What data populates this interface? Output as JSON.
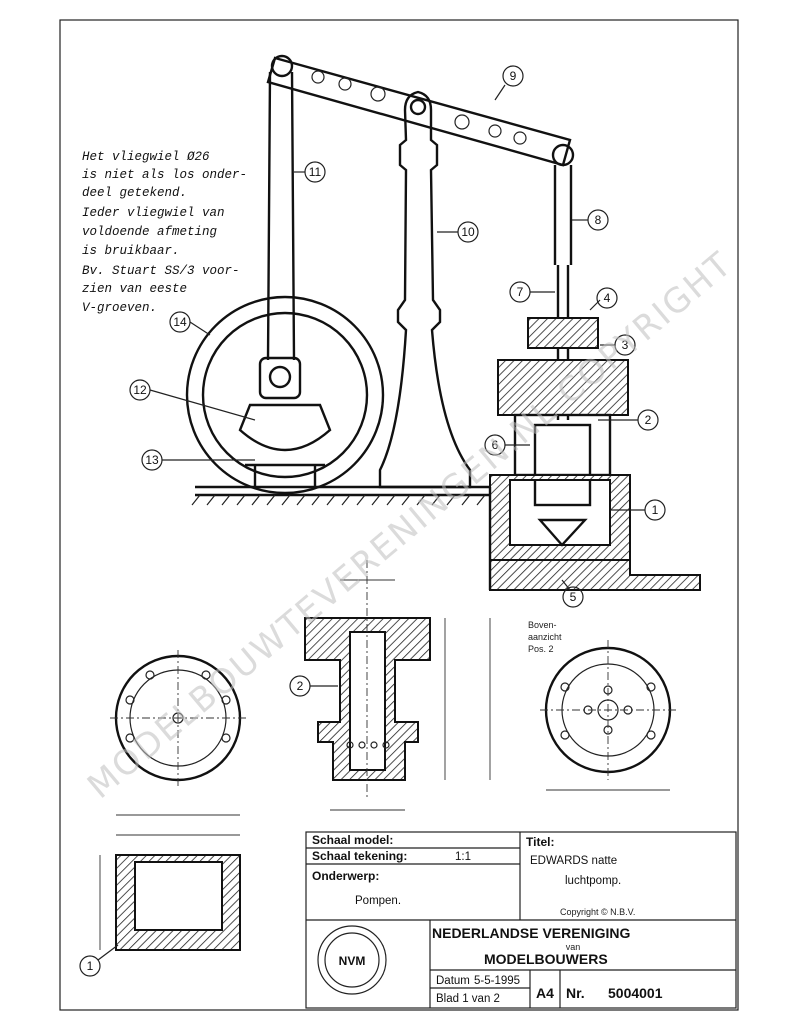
{
  "note": {
    "lines": [
      "Het vliegwiel Ø26",
      "is niet als los onder-",
      "deel getekend.",
      "Ieder vliegwiel van",
      "voldoende afmeting",
      "is bruikbaar.",
      "Bv. Stuart SS/3 voor-",
      "zien van eeste",
      "V-groeven."
    ]
  },
  "part_numbers": [
    "1",
    "2",
    "3",
    "4",
    "5",
    "6",
    "7",
    "8",
    "9",
    "10",
    "11",
    "12",
    "13",
    "14"
  ],
  "detail_label": {
    "lines": [
      "Boven-",
      "aanzicht",
      "Pos. 2"
    ]
  },
  "title_block": {
    "schaal_model_label": "Schaal model:",
    "schaal_tekening_label": "Schaal tekening:",
    "schaal_tekening_value": "1:1",
    "onderwerp_label": "Onderwerp:",
    "onderwerp_value": "Pompen.",
    "titel_label": "Titel:",
    "titel_line1": "EDWARDS natte",
    "titel_line2": "luchtpomp.",
    "copyright": "Copyright © N.B.V.",
    "org_line1": "NEDERLANDSE VERENIGING",
    "org_line2": "van",
    "org_line3": "MODELBOUWERS",
    "datum_label": "Datum",
    "datum_value": "5-5-1995",
    "blad_label": "Blad 1 van 2",
    "format": "A4",
    "nr_label": "Nr.",
    "nr_value": "5004001",
    "logo_text": "NVM"
  },
  "watermarks": {
    "diagonal": "MODELBOUWTEVERENINGEN.NL COPYRIGHT"
  }
}
